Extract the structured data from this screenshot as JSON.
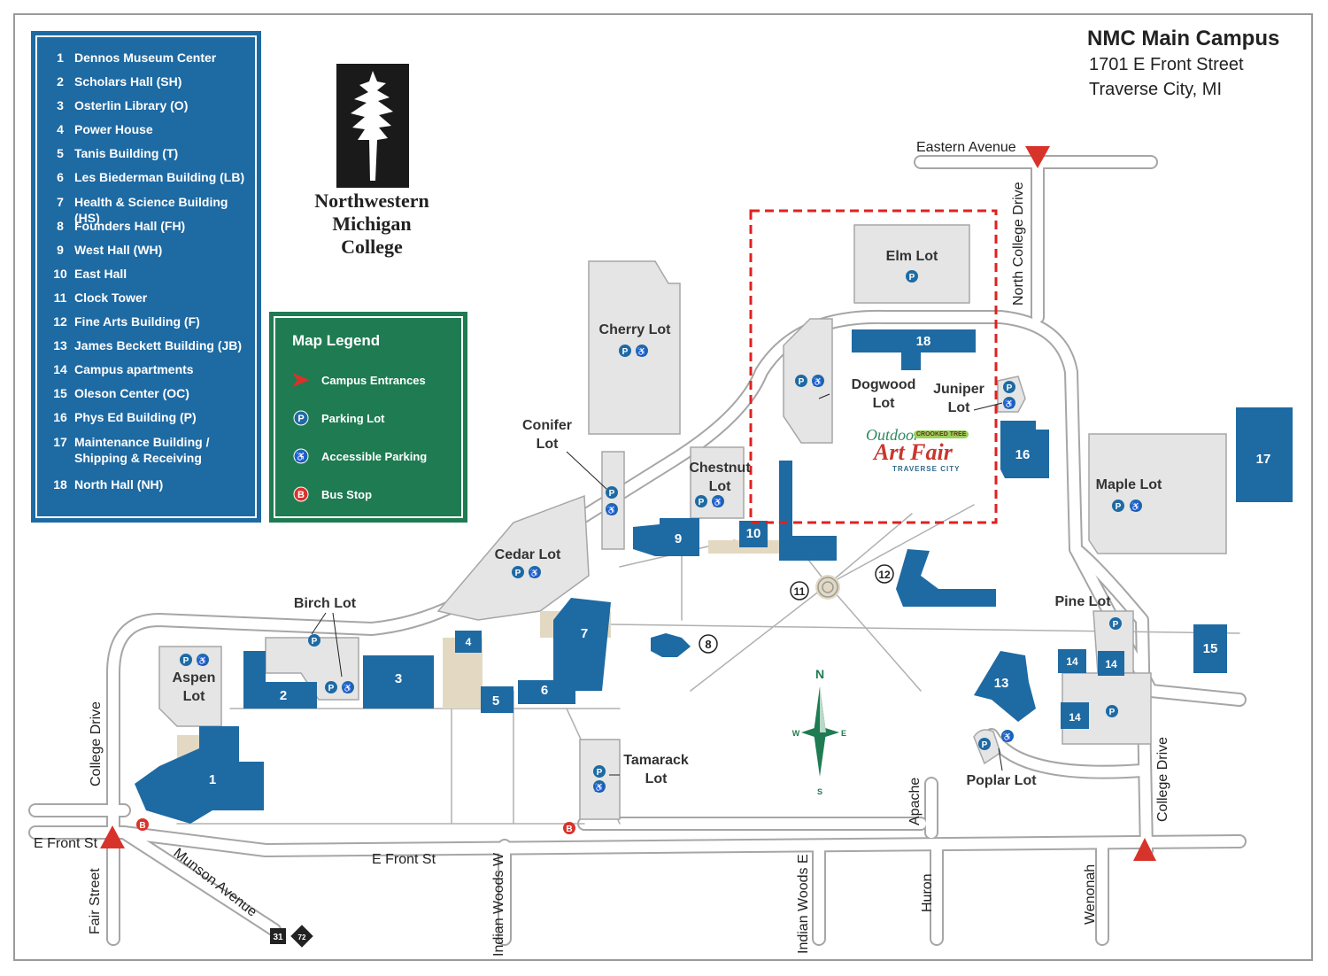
{
  "header": {
    "title": "NMC Main Campus",
    "address_line1": "1701 E Front Street",
    "address_line2": "Traverse City, MI"
  },
  "logo": {
    "line1": "Northwestern",
    "line2": "Michigan",
    "line3": "College"
  },
  "buildings": [
    {
      "num": "1",
      "name": "Dennos Museum Center"
    },
    {
      "num": "2",
      "name": "Scholars Hall (SH)"
    },
    {
      "num": "3",
      "name": "Osterlin Library (O)"
    },
    {
      "num": "4",
      "name": "Power House"
    },
    {
      "num": "5",
      "name": "Tanis Building (T)"
    },
    {
      "num": "6",
      "name": "Les Biederman Building (LB)"
    },
    {
      "num": "7",
      "name": "Health & Science Building (HS)"
    },
    {
      "num": "8",
      "name": "Founders Hall (FH)"
    },
    {
      "num": "9",
      "name": "West Hall (WH)"
    },
    {
      "num": "10",
      "name": "East Hall"
    },
    {
      "num": "11",
      "name": "Clock Tower"
    },
    {
      "num": "12",
      "name": "Fine Arts Building (F)"
    },
    {
      "num": "13",
      "name": "James Beckett Building (JB)"
    },
    {
      "num": "14",
      "name": "Campus apartments"
    },
    {
      "num": "15",
      "name": "Oleson Center (OC)"
    },
    {
      "num": "16",
      "name": "Phys Ed Building (P)"
    },
    {
      "num": "17",
      "name": "Maintenance Building /",
      "name2": "Shipping & Receiving"
    },
    {
      "num": "18",
      "name": "North Hall (NH)"
    }
  ],
  "legend": {
    "title": "Map Legend",
    "entrance": "Campus Entrances",
    "parking": "Parking Lot",
    "accessible": "Accessible Parking",
    "bus": "Bus Stop",
    "parking_symbol": "P",
    "bus_symbol": "B",
    "accessible_symbol": "♿"
  },
  "lots": {
    "elm": "Elm Lot",
    "cherry": "Cherry Lot",
    "dogwood1": "Dogwood",
    "dogwood2": "Lot",
    "juniper1": "Juniper",
    "juniper2": "Lot",
    "conifer1": "Conifer",
    "conifer2": "Lot",
    "chestnut1": "Chestnut",
    "chestnut2": "Lot",
    "maple": "Maple Lot",
    "cedar": "Cedar Lot",
    "birch": "Birch Lot",
    "aspen1": "Aspen",
    "aspen2": "Lot",
    "pine": "Pine Lot",
    "tamarack1": "Tamarack",
    "tamarack2": "Lot",
    "poplar": "Poplar Lot"
  },
  "streets": {
    "eastern_ave": "Eastern Avenue",
    "north_college": "North College Drive",
    "college_drive_w": "College Drive",
    "college_drive_e": "College Drive",
    "e_front_w": "E Front St",
    "e_front_main": "E Front St",
    "fair": "Fair Street",
    "munson": "Munson Avenue",
    "indian_woods_w": "Indian Woods W",
    "indian_woods_e": "Indian Woods E",
    "apache": "Apache",
    "huron": "Huron",
    "wenonah": "Wenonah",
    "us31": "31",
    "m72": "72"
  },
  "compass": {
    "n": "N",
    "s": "S",
    "e": "E",
    "w": "W"
  },
  "art_fair": {
    "outdoor": "Outdoor",
    "crooked_tree": "CROOKED TREE",
    "art_fair": "Art Fair",
    "traverse_city": "TRAVERSE CITY"
  },
  "colors": {
    "building": "#1e6aa3",
    "lot": "#e5e5e5",
    "road_edge": "#a6a6a6",
    "legend_green": "#1f7b52",
    "entrance_red": "#d8332b",
    "focus_box": "#e02020",
    "path": "#e3d9c2"
  }
}
